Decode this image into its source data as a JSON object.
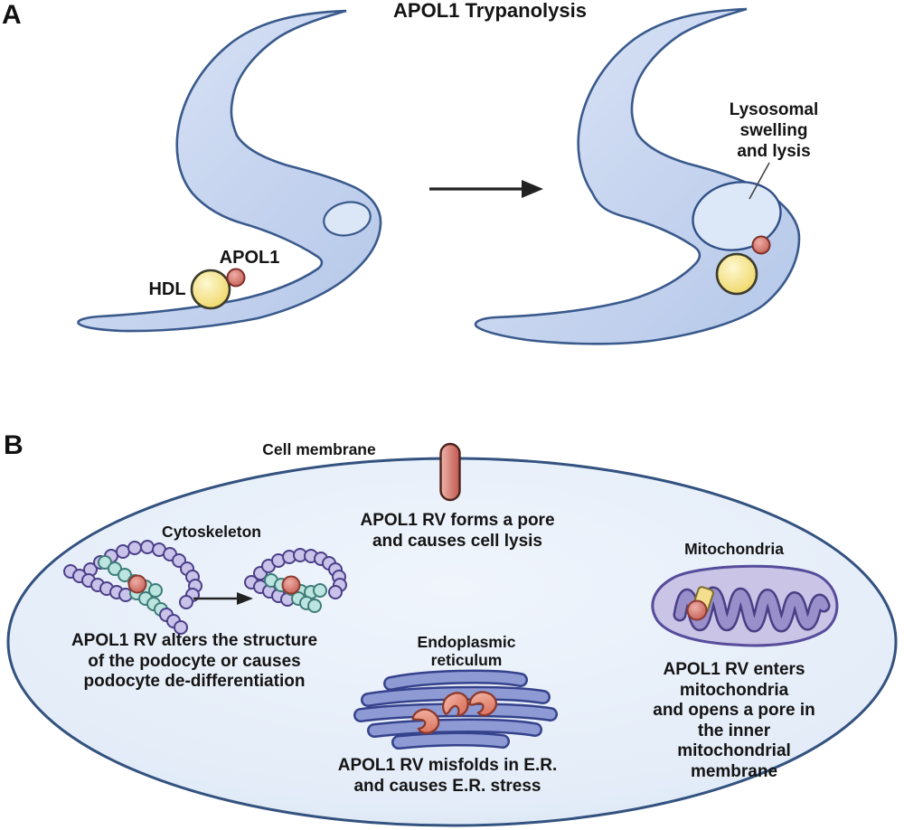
{
  "figure": {
    "panel_a": {
      "panel_label": "A",
      "title": "APOL1 Trypanolysis",
      "hdl_label": "HDL",
      "apol1_label": "APOL1",
      "lysosome_caption": "Lysosomal\nswelling\nand lysis"
    },
    "panel_b": {
      "panel_label": "B",
      "cell_membrane_label": "Cell membrane",
      "membrane_pore_caption": "APOL1 RV forms a pore\nand causes cell lysis",
      "cytoskeleton_label": "Cytoskeleton",
      "cytoskeleton_caption": "APOL1 RV alters the structure\nof the podocyte or causes\npodocyte de-differentiation",
      "er_label": "Endoplasmic\nreticulum",
      "er_caption": "APOL1 RV misfolds in E.R.\nand causes E.R. stress",
      "mitochondria_label": "Mitochondria",
      "mitochondria_caption": "APOL1 RV enters mitochondria\nand opens a pore in the inner\nmitochondrial membrane"
    },
    "colors": {
      "outline_blue": "#3a5a8c",
      "trypanosome_fill": "#c4d3ee",
      "lysosome_fill": "#dbe6f6",
      "hdl_yellow": "#f0d45e",
      "apol1_red": "#c4574d",
      "cell_fill": "#e7eef9",
      "er_blue": "#8e9ad4",
      "mitochondria_purple": "#998fcb",
      "bead_purple": "#c9c2e9",
      "bead_teal": "#bce4e0",
      "pore_red": "#cf6a5f"
    }
  }
}
